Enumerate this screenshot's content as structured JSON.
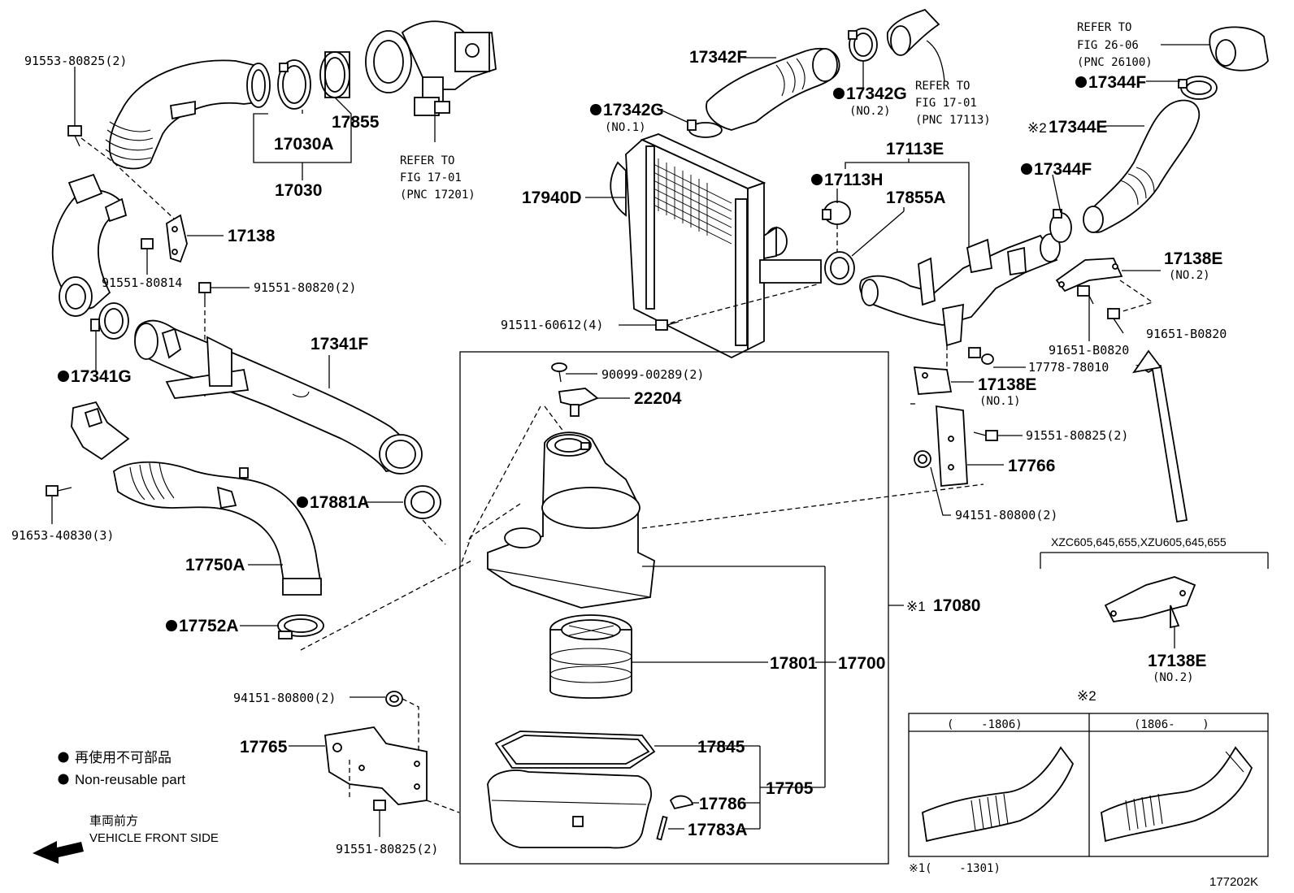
{
  "labels": {
    "l_91553_top": "91553-80825(2)",
    "l_17030A": "17030A",
    "l_17855": "17855",
    "l_17030": "17030",
    "l_refer1_a": "REFER TO",
    "l_refer1_b": "FIG 17-01",
    "l_refer1_c": "(PNC 17201)",
    "l_17342F": "17342F",
    "l_17342G_a": "17342G",
    "l_17342G_a_no": "(NO.1)",
    "l_17342G_b": "17342G",
    "l_17342G_b_no": "(NO.2)",
    "l_refer2_a": "REFER TO",
    "l_refer2_b": "FIG 17-01",
    "l_refer2_c": "(PNC 17113)",
    "l_refer3_a": "REFER TO",
    "l_refer3_b": "FIG 26-06",
    "l_refer3_c": "(PNC 26100)",
    "l_17344F_top": "17344F",
    "l_17344E": "17344E",
    "l_17344F_mid": "17344F",
    "l_17113E": "17113E",
    "l_17113H": "17113H",
    "l_17855A": "17855A",
    "l_17940D": "17940D",
    "l_17138": "17138",
    "l_91551_80814": "91551-80814",
    "l_91551_80820": "91551-80820(2)",
    "l_17341F": "17341F",
    "l_17341G": "17341G",
    "l_91511": "91511-60612(4)",
    "l_17138E_no2": "17138E",
    "l_17138E_no2_no": "(NO.2)",
    "l_91651_a": "91651-B0820",
    "l_91651_b": "91651-B0820",
    "l_17778": "17778-78010",
    "l_17138E_no1": "17138E",
    "l_17138E_no1_no": "(NO.1)",
    "l_90099": "90099-00289(2)",
    "l_22204": "22204",
    "l_91551_80825_r": "91551-80825(2)",
    "l_17766": "17766",
    "l_94151_r": "94151-80800(2)",
    "l_17881A": "17881A",
    "l_91653": "91653-40830(3)",
    "l_17750A": "17750A",
    "l_17752A": "17752A",
    "l_xzc": "XZC605,645,655,XZU605,645,655",
    "l_17080": "17080",
    "l_17080_mark": "※1",
    "l_17138E_inset": "17138E",
    "l_17138E_inset_no": "(NO.2)",
    "l_17801": "17801",
    "l_17700": "17700",
    "l_94151_l": "94151-80800(2)",
    "l_17845": "17845",
    "l_17765": "17765",
    "l_17705": "17705",
    "l_17786": "17786",
    "l_17783A": "17783A",
    "l_91551_80825_b": "91551-80825(2)",
    "l_mark2": "※2",
    "l_mark2_small": "※2",
    "l_inset_left": "(    -1806)",
    "l_inset_right": "(1806-    )",
    "l_footnote": "※1(    -1301)",
    "l_figcode": "177202K"
  },
  "legend": {
    "jp_nonreuse": "再使用不可部品",
    "en_nonreuse": "Non-reusable part",
    "jp_front": "車両前方",
    "en_front": "VEHICLE FRONT SIDE"
  }
}
